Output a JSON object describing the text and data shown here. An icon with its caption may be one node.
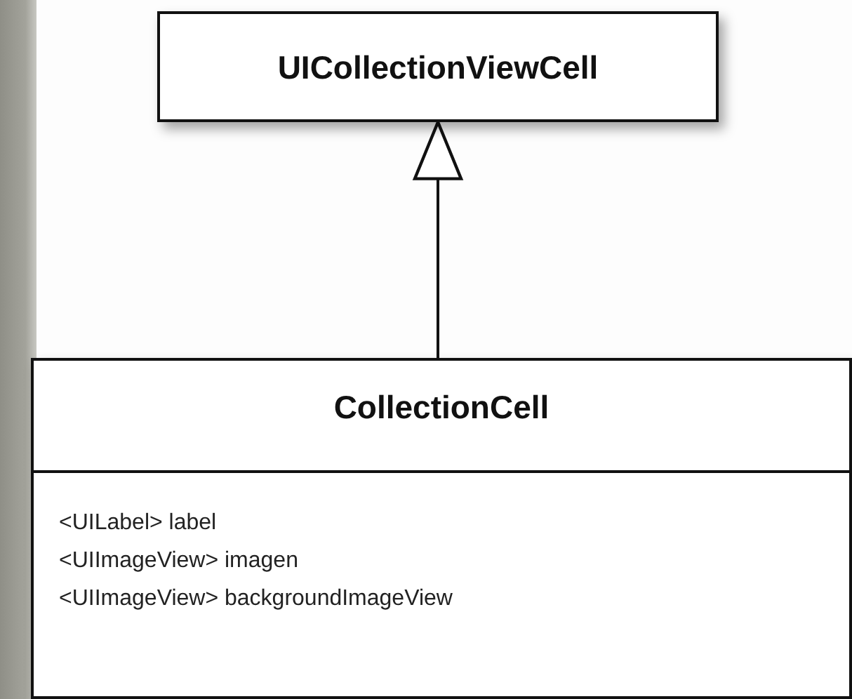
{
  "diagram": {
    "nodes": [
      {
        "text": [
          "UICollectionViewCell"
        ]
      },
      {
        "text": [
          "CollectionCell",
          "<UILabel> label",
          "<UIImageView> imagen",
          "<UIImageView> backgroundImageView"
        ]
      }
    ],
    "edges": [
      {
        "from": 1,
        "to": 0,
        "arrow": "to"
      }
    ]
  }
}
